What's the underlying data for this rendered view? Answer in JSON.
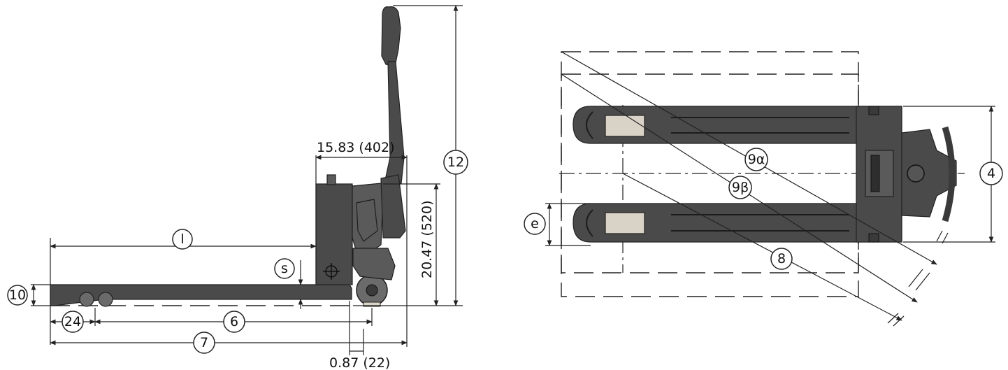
{
  "side_view": {
    "dim_top_width": "15.83 (402)",
    "dim_height": "20.47 (520)",
    "dim_wheel_offset": "0.87 (22)",
    "labels": {
      "l": "l",
      "s": "s",
      "n10": "10",
      "n24": "24",
      "n6": "6",
      "n7": "7",
      "n12": "12"
    }
  },
  "top_view": {
    "labels": {
      "n9a": "9α",
      "n9b": "9β",
      "n8": "8",
      "n4": "4",
      "e": "e"
    }
  }
}
